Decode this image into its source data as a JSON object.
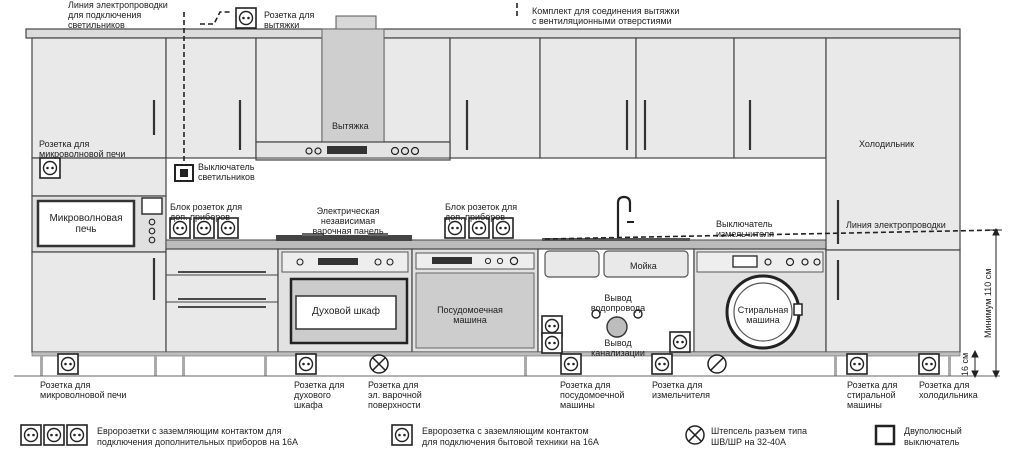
{
  "labels": {
    "wiring_top": "Линия электропроводки\nдля подключения\nсветильников",
    "hood_socket": "Розетка для\nвытяжки",
    "hood_kit": "Комплект для соединения вытяжки\nс вентиляционными отверстиями",
    "hood": "Вытяжка",
    "fridge": "Холодильник",
    "mw_socket_upper": "Розетка для\nмикроволновой печи",
    "light_switch": "Выключатель\nсветильников",
    "microwave": "Микроволновая\nпечь",
    "block_left": "Блок розеток для\nдоп. приборов",
    "hob": "Электрическая\nнезависимая\nварочная панель",
    "block_right": "Блок розеток для\nдоп. приборов",
    "grinder_switch": "Выключатель\nизмельчителя",
    "wiring_line": "Линия электропроводки",
    "sink": "Мойка",
    "oven": "Духовой шкаф",
    "dishwasher": "Посудомоечная\nмашина",
    "water_outlet": "Вывод\nводопровода",
    "washing_machine": "Стиральная\nмашина",
    "drain_outlet": "Вывод\nканализации",
    "min_height": "Минимум 110 см",
    "dim_16": "16 см",
    "bottom_mw": "Розетка для\nмикроволновой печи",
    "bottom_oven": "Розетка для\nдухового\nшкафа",
    "bottom_hob": "Розетка для\nэл. варочной\nповерхности",
    "bottom_dishwasher": "Розетка для\nпосудомоечной\nмашины",
    "bottom_grinder": "Розетка для\nизмельчителя",
    "bottom_washer": "Розетка для\nстиральной\nмашины",
    "bottom_fridge": "Розетка для\nхолодильника"
  },
  "legend": {
    "triple": "Евророзетки с заземляющим контактом для\nподключения дополнительных приборов на 16А",
    "single": "Евророзетка с заземляющим контактом\nдля подключения бытовой техники на 16А",
    "plug": "Штепсель разъем типа\nШВ/ШР на 32-40А",
    "switch": "Двуполюсный\nвыключатель"
  },
  "icons": {
    "socket": "euro-socket-icon",
    "plug": "plug-32a-icon",
    "switch": "double-pole-switch-icon"
  },
  "colors": {
    "cabinet": "#e9e9e9",
    "outline": "#444444",
    "hood": "#cfcfcf",
    "appliance_dark": "#555555"
  }
}
